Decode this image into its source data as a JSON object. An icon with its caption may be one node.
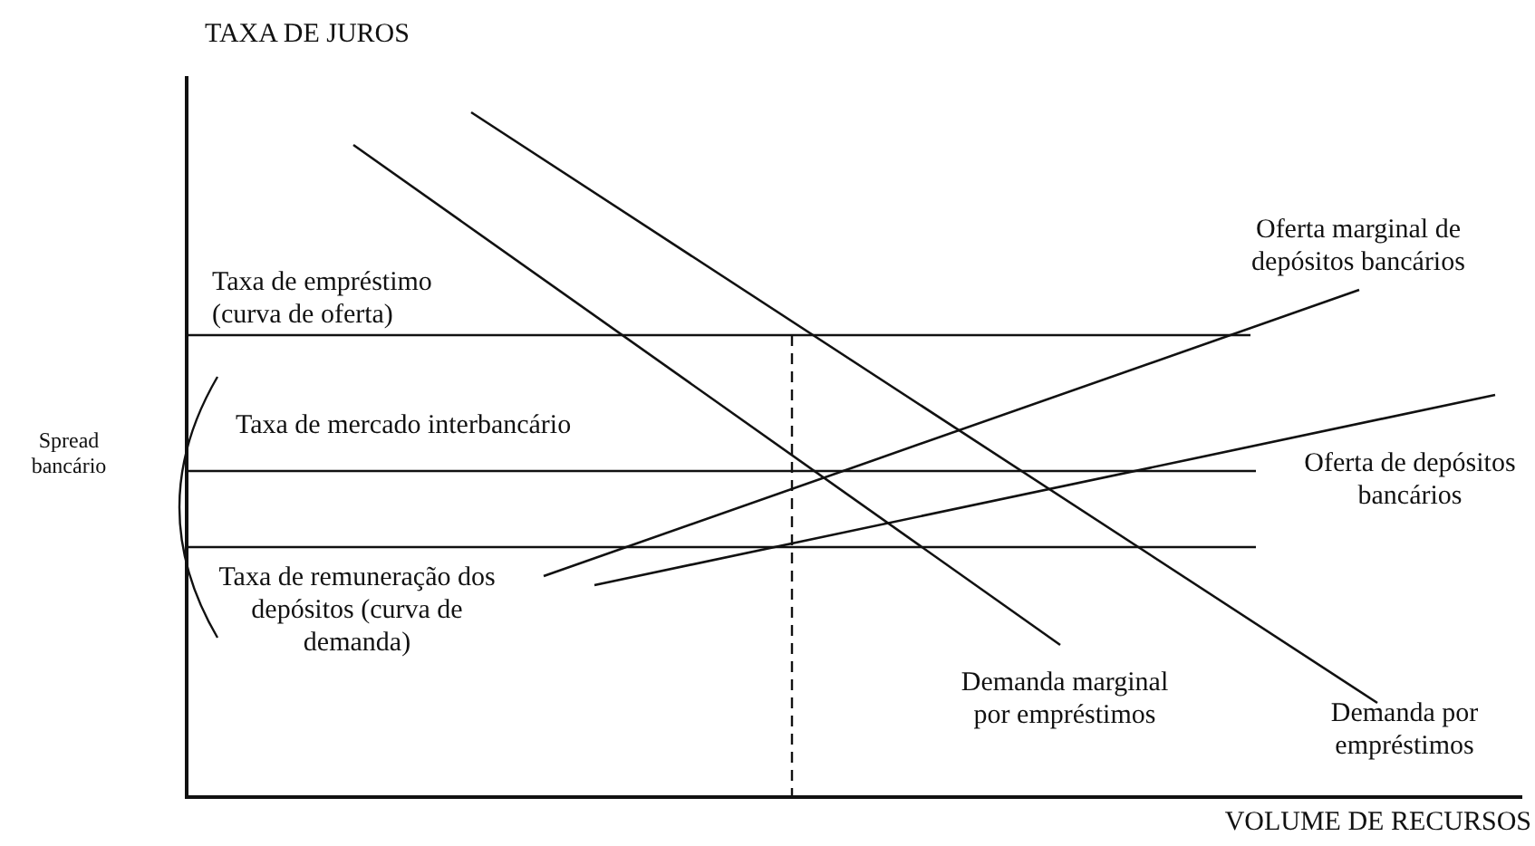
{
  "diagram": {
    "labels": [
      "TAXA DE JUROS",
      "Taxa de empréstimo (curva de oferta)",
      "Oferta marginal de depósitos bancários",
      "Spread bancário",
      "Taxa de mercado interbancário",
      "Oferta de depósitos bancários",
      "Taxa de remuneração dos depósitos (curva de demanda)",
      "Demanda marginal por empréstimos",
      "Demanda por empréstimos",
      "VOLUME DE RECURSOS"
    ]
  }
}
